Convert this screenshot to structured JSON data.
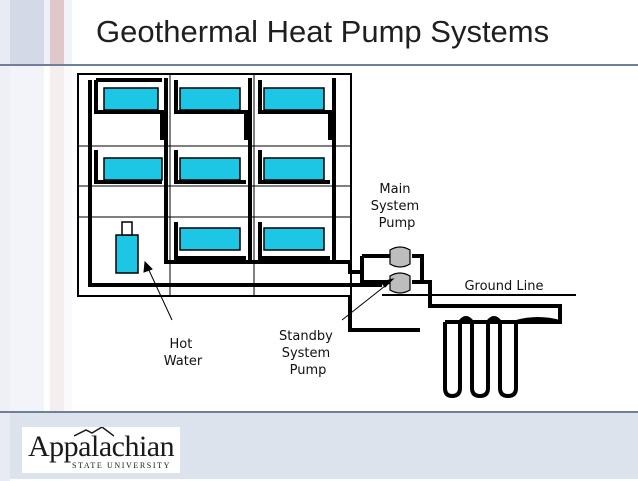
{
  "slide": {
    "title": "Geothermal Heat Pump Systems"
  },
  "diagram": {
    "labels": {
      "main_pump": [
        "Main",
        "System",
        "Pump"
      ],
      "ground_line": "Ground Line",
      "hot_water": [
        "Hot",
        "Water"
      ],
      "standby_pump": [
        "Standby",
        "System",
        "Pump"
      ]
    }
  },
  "footer": {
    "logo_text": "Appalachian",
    "logo_subtext": "STATE UNIVERSITY"
  },
  "colors": {
    "heat_pump_fill": "#1ec6e6",
    "pipe": "#000000",
    "pump_fill": "#bdbdbd",
    "stripe_accent": "#c9cfe0",
    "footer_bg": "#dde3ec"
  }
}
